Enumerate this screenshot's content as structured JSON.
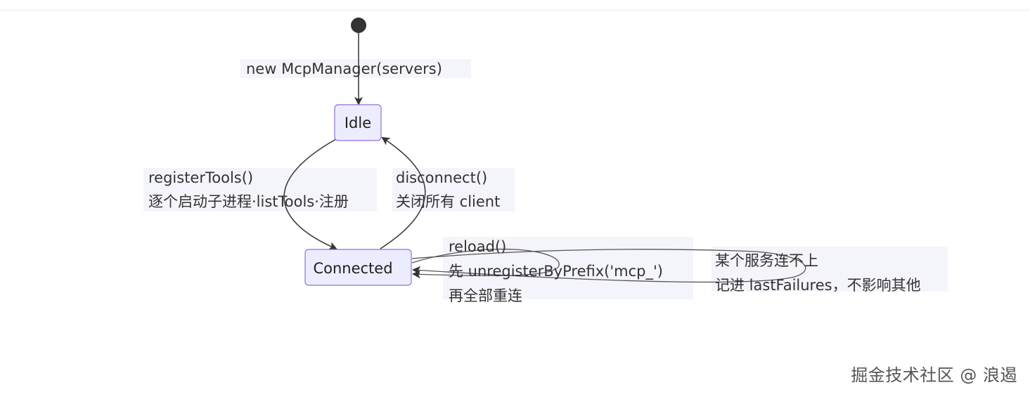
{
  "diagram": {
    "states": {
      "idle": "Idle",
      "connected": "Connected"
    },
    "edges": {
      "init": [
        "new McpManager(servers)"
      ],
      "register": [
        "registerTools()",
        "逐个启动子进程·listTools·注册"
      ],
      "disconnect": [
        "disconnect()",
        "关闭所有 client"
      ],
      "reload": [
        "reload()",
        "先 unregisterByPrefix('mcp_')",
        "再全部重连"
      ],
      "failure": [
        "某个服务连不上",
        "记进 lastFailures，不影响其他"
      ]
    },
    "colors": {
      "state_fill": "#ECECFF",
      "state_border": "#9370DB",
      "edge": "#333333",
      "label_bg": "#F4F4FB"
    }
  },
  "watermark": "掘金技术社区 @ 浪遏"
}
